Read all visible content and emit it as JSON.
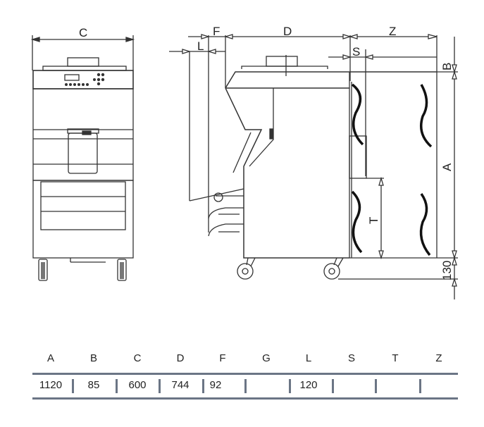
{
  "drawing": {
    "front_view_labels": {
      "width": "C"
    },
    "side_view_labels": {
      "f": "F",
      "d": "D",
      "z": "Z",
      "l": "L",
      "s": "S",
      "b": "B",
      "a": "A",
      "t": "T",
      "wheel_height": "130"
    }
  },
  "table": {
    "headers": [
      "A",
      "B",
      "C",
      "D",
      "F",
      "G",
      "L",
      "S",
      "T",
      "Z"
    ],
    "values": [
      "1120",
      "85",
      "600",
      "744",
      "92",
      "",
      "120",
      "",
      "",
      ""
    ]
  }
}
